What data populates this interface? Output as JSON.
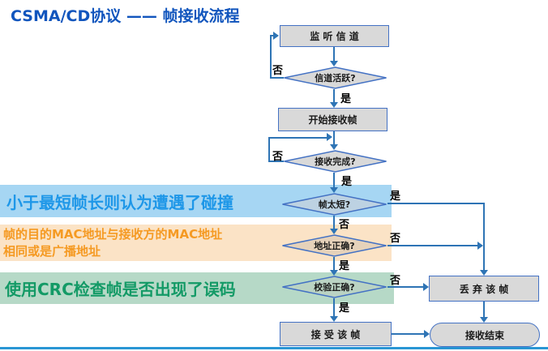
{
  "title": "CSMA/CD协议 —— 帧接收流程",
  "labels": {
    "yes": "是",
    "no": "否"
  },
  "nodes": {
    "listen": "监 听 信 道",
    "channel_active": "信道活跃?",
    "start_receive": "开始接收帧",
    "receive_done": "接收完成?",
    "frame_too_short": "帧太短?",
    "address_correct": "地址正确?",
    "checksum_correct": "校验正确?",
    "accept_frame": "接 受 该 帧",
    "discard_frame": "丢 弃 该 帧",
    "receive_end": "接收结束"
  },
  "annotations": {
    "collision": {
      "text": "小于最短帧长则认为遭遇了碰撞",
      "bg": "#a6d6f3",
      "fg": "#1e97e8"
    },
    "mac": {
      "line1": "帧的目的MAC地址与接收方的MAC地址",
      "line2": "相同或是广播地址",
      "bg": "#fbe3c6",
      "fg": "#f59a23"
    },
    "crc": {
      "text": "使用CRC检查帧是否出现了误码",
      "bg": "#b6d9c7",
      "fg": "#139a66"
    }
  },
  "colors": {
    "title": "#1155bd",
    "shape_border": "#4472c4",
    "shape_fill": "#d9d9d9",
    "flow_line": "#2e74b5",
    "diamond_fill_on_blue": "#bdd2e2",
    "diamond_fill_on_orange": "#e6d2ba",
    "diamond_fill_on_green": "#bad3c3",
    "bottom_rule": "#2996d4"
  }
}
